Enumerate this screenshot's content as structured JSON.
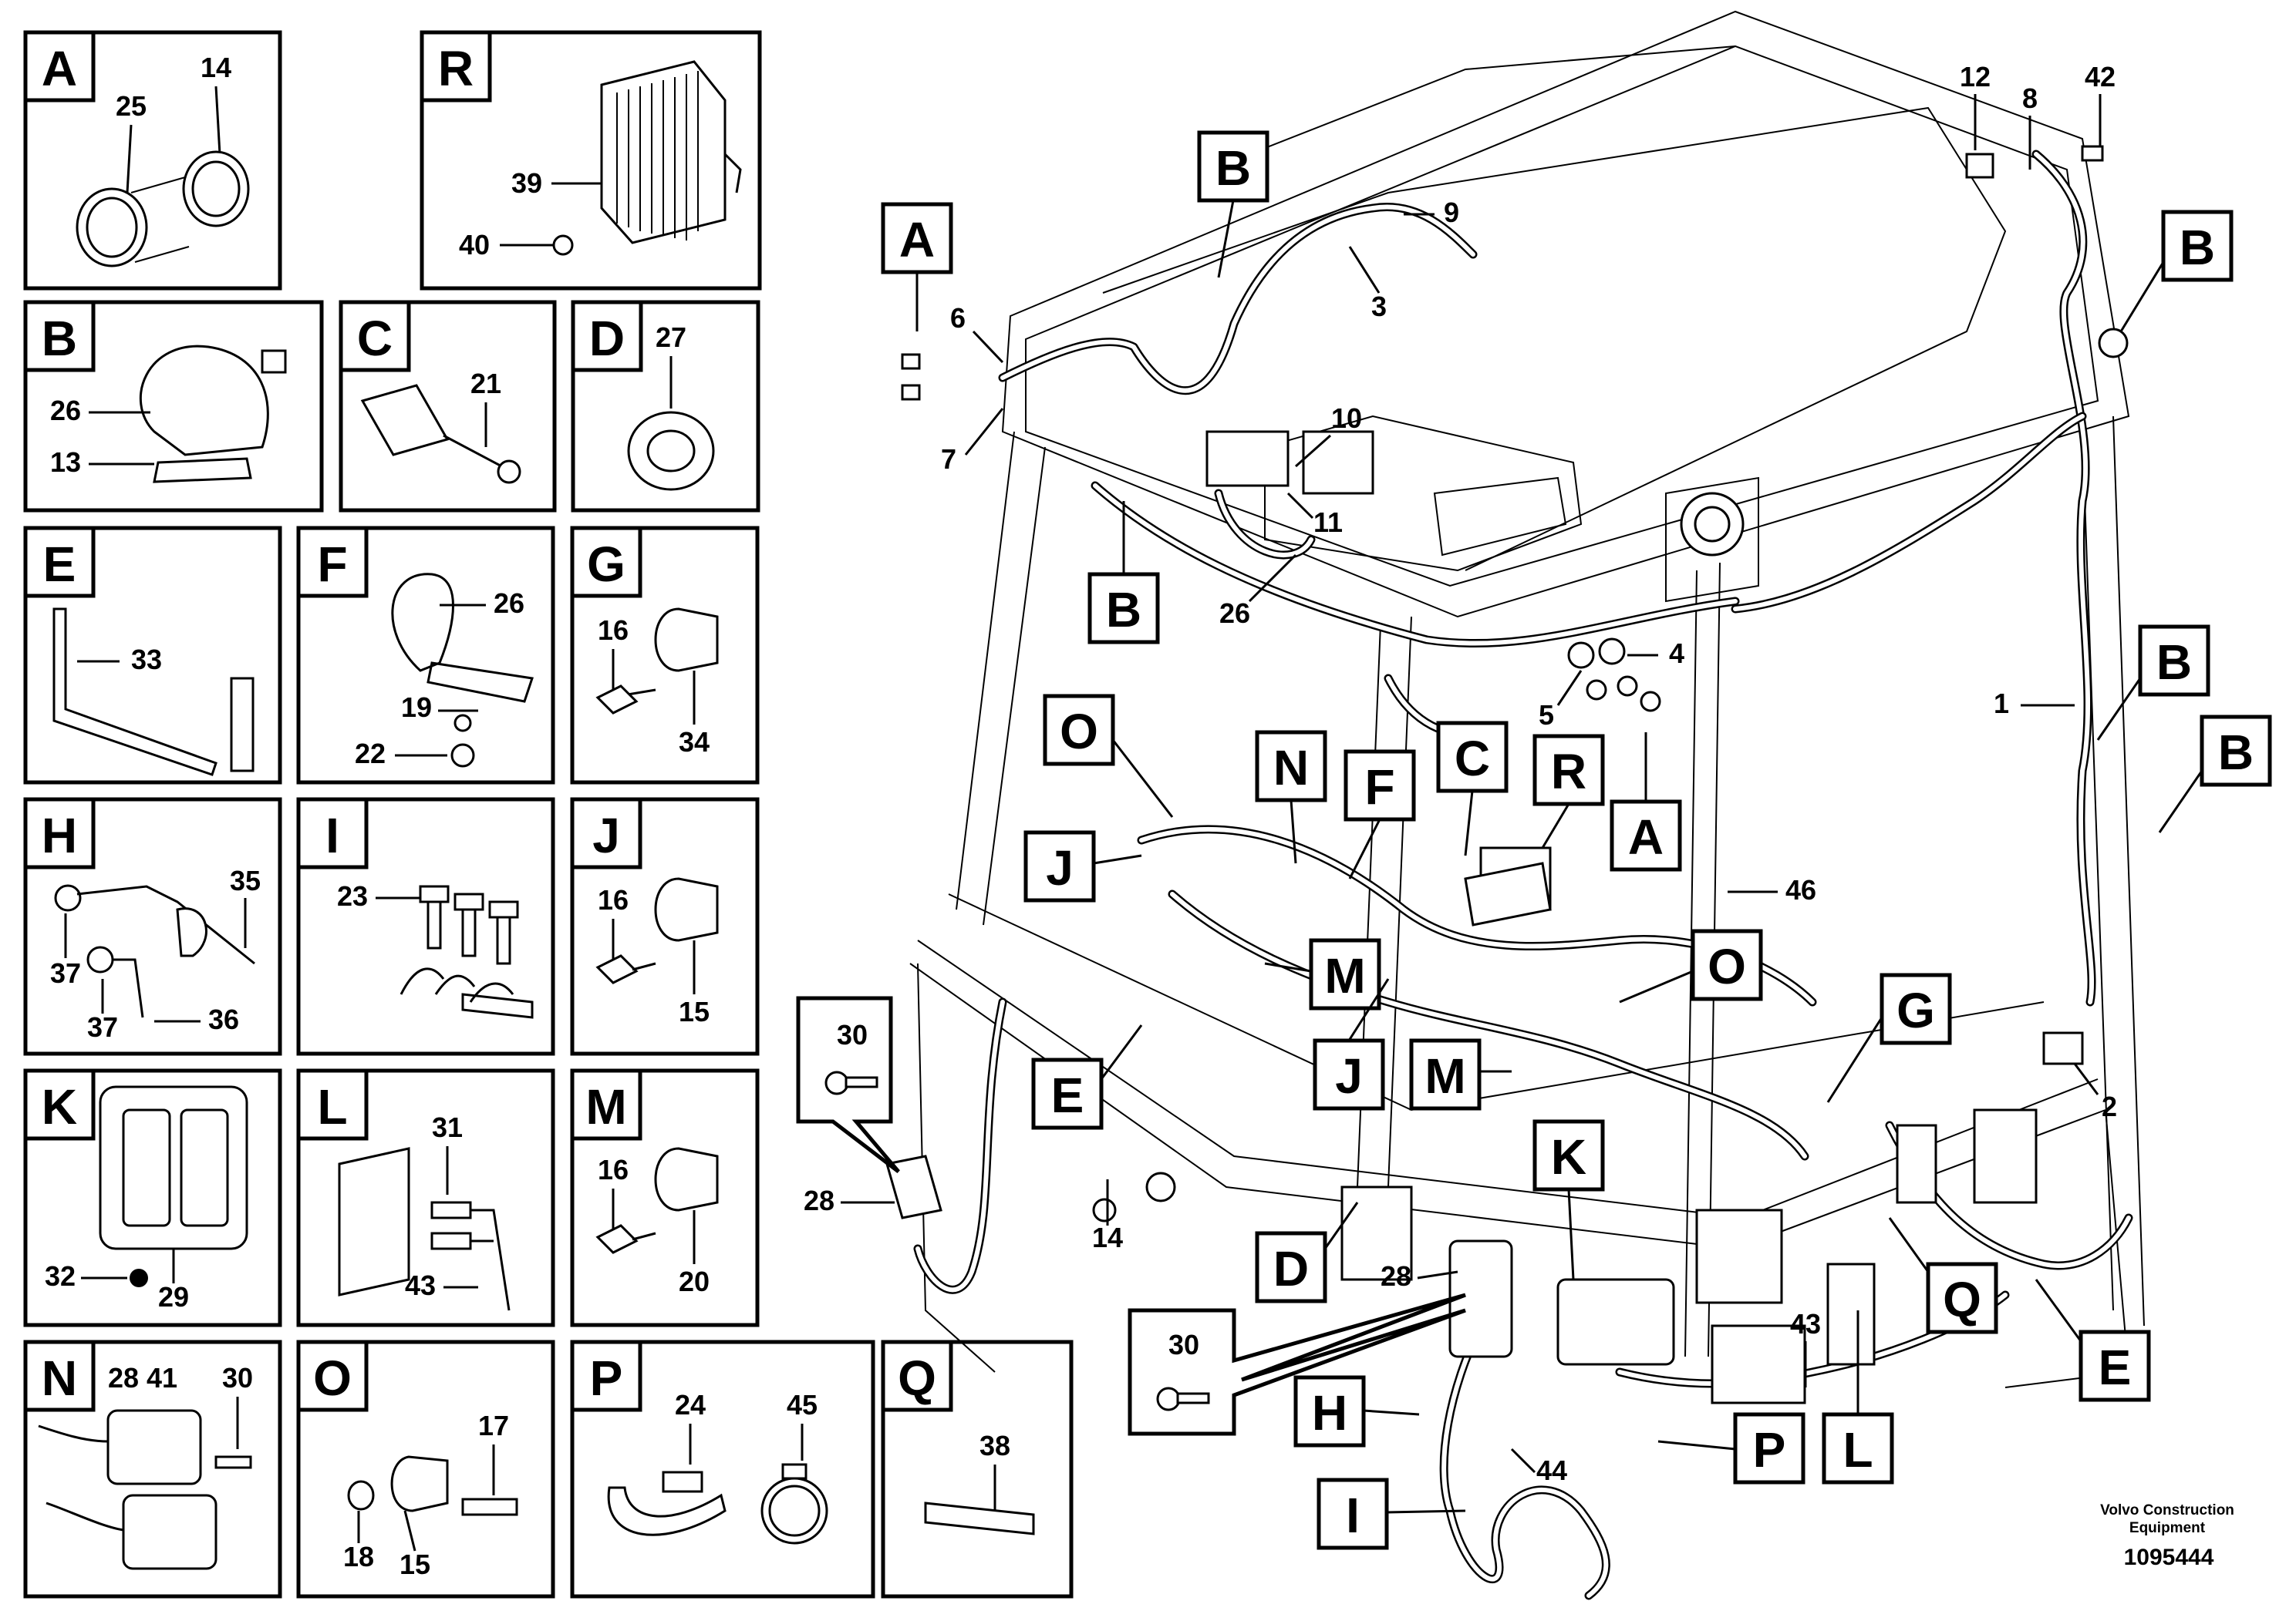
{
  "detail_panels": [
    {
      "letter": "A",
      "numbers": [
        "25",
        "14"
      ]
    },
    {
      "letter": "R",
      "numbers": [
        "39",
        "40"
      ]
    },
    {
      "letter": "B",
      "numbers": [
        "26",
        "13"
      ]
    },
    {
      "letter": "C",
      "numbers": [
        "21"
      ]
    },
    {
      "letter": "D",
      "numbers": [
        "27"
      ]
    },
    {
      "letter": "E",
      "numbers": [
        "33"
      ]
    },
    {
      "letter": "F",
      "numbers": [
        "26",
        "19",
        "22"
      ]
    },
    {
      "letter": "G",
      "numbers": [
        "16",
        "34"
      ]
    },
    {
      "letter": "H",
      "numbers": [
        "35",
        "37",
        "37",
        "36"
      ]
    },
    {
      "letter": "I",
      "numbers": [
        "23"
      ]
    },
    {
      "letter": "J",
      "numbers": [
        "16",
        "15"
      ]
    },
    {
      "letter": "K",
      "numbers": [
        "32",
        "29"
      ]
    },
    {
      "letter": "L",
      "numbers": [
        "31",
        "43"
      ]
    },
    {
      "letter": "M",
      "numbers": [
        "16",
        "20"
      ]
    },
    {
      "letter": "N",
      "numbers": [
        "28",
        "41",
        "30"
      ]
    },
    {
      "letter": "O",
      "numbers": [
        "17",
        "18",
        "15"
      ]
    },
    {
      "letter": "P",
      "numbers": [
        "24",
        "45"
      ]
    },
    {
      "letter": "Q",
      "numbers": [
        "38"
      ]
    }
  ],
  "main_callouts": [
    "A",
    "B",
    "B",
    "B",
    "B",
    "B",
    "A",
    "O",
    "N",
    "F",
    "C",
    "R",
    "J",
    "M",
    "O",
    "J",
    "M",
    "E",
    "G",
    "K",
    "D",
    "H",
    "I",
    "P",
    "L",
    "Q",
    "E"
  ],
  "main_numbers": [
    "12",
    "8",
    "42",
    "9",
    "3",
    "6",
    "7",
    "10",
    "11",
    "26",
    "4",
    "5",
    "1",
    "46",
    "2",
    "30",
    "28",
    "14",
    "28",
    "30",
    "43",
    "44"
  ],
  "credit": {
    "line1": "Volvo Construction",
    "line2": "Equipment",
    "code": "1095444"
  }
}
